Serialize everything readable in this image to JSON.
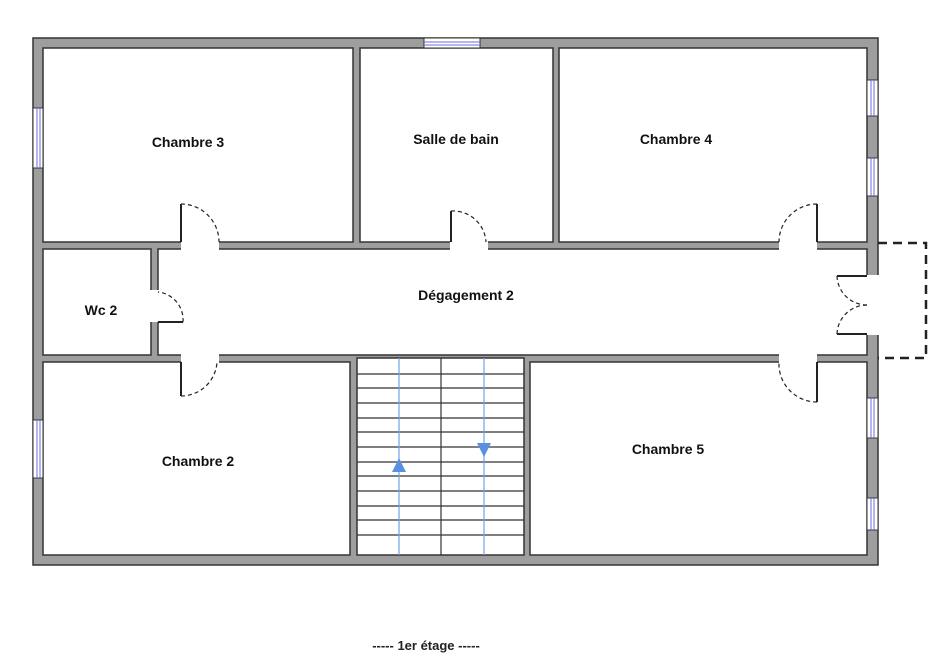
{
  "plan": {
    "rooms": {
      "chambre3": "Chambre 3",
      "salle_de_bain": "Salle de bain",
      "chambre4": "Chambre 4",
      "wc2": "Wc 2",
      "degagement2": "Dégagement 2",
      "chambre2": "Chambre 2",
      "chambre5": "Chambre 5"
    },
    "caption": "----- 1er étage -----"
  }
}
